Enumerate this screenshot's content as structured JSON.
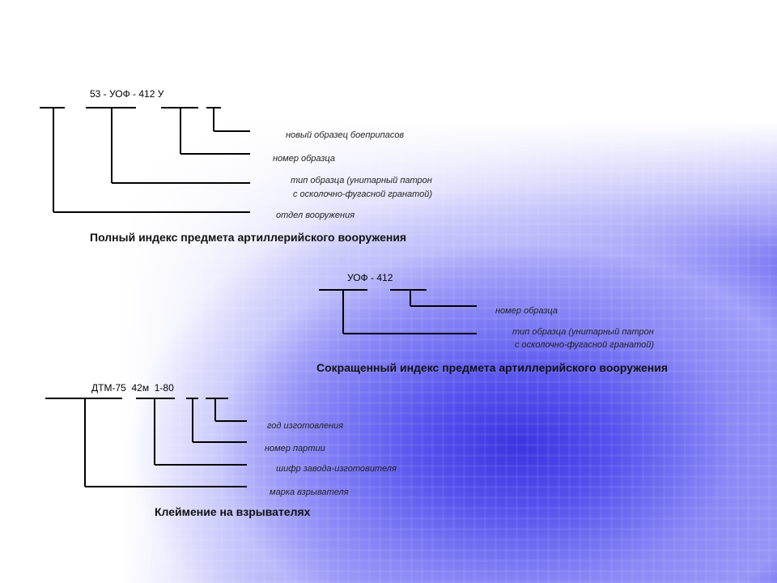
{
  "full_index": {
    "code": "53 - УОФ - 412 У",
    "labels": [
      "новый образец боеприпасов",
      "номер образца",
      "тип образца (унитарный патрон",
      "с осколочно-фугасной гранатой)",
      "отдел вооружения"
    ],
    "caption": "Полный индекс предмета артиллерийского вооружения"
  },
  "short_index": {
    "code": "УОФ - 412",
    "labels": [
      "номер образца",
      "тип образца (унитарный патрон",
      "с осколочно-фугасной гранатой)"
    ],
    "caption": "Сокращенный индекс предмета артиллерийского вооружения"
  },
  "fuze_marking": {
    "code": "ДТМ-75  42м  1-80",
    "labels": [
      "год изготовления",
      "номер партии",
      "шифр завода-изготовителя",
      "марка взрывателя"
    ],
    "caption": "Клеймение на взрывателях"
  },
  "colors": {
    "lines": "#000000",
    "background_accent": "#3a34e0"
  }
}
